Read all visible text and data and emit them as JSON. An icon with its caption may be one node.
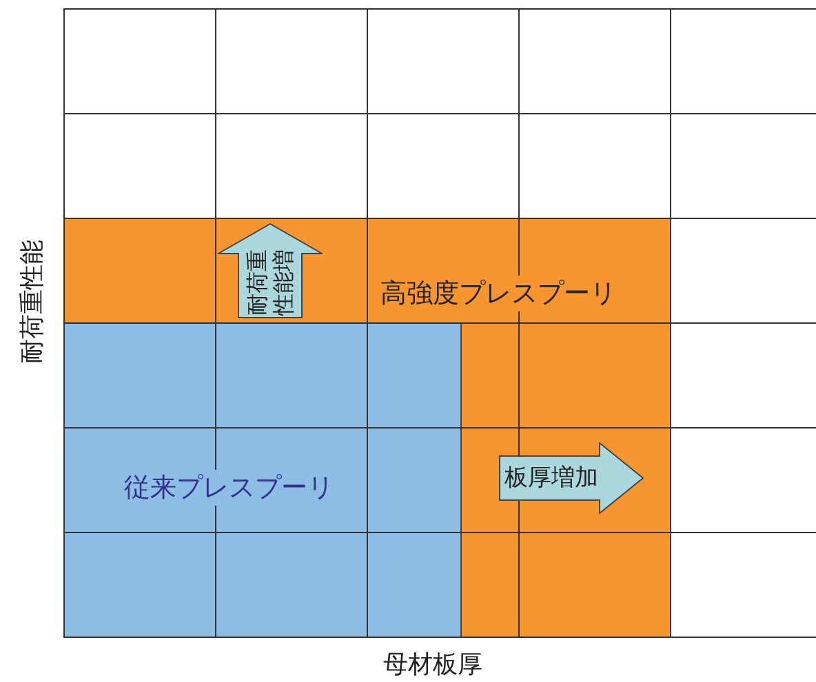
{
  "diagram": {
    "nodes": [
      {
        "text": [
          "高強度プレスプーリ"
        ]
      },
      {
        "text": [
          "従来プレスプーリ"
        ],
        "in": 0
      },
      {
        "text": [
          "耐荷重性能増"
        ],
        "in": 0
      },
      {
        "text": [
          "板厚増加"
        ],
        "in": 0
      }
    ],
    "labels": [
      "耐荷重性能",
      "母材板厚"
    ]
  }
}
